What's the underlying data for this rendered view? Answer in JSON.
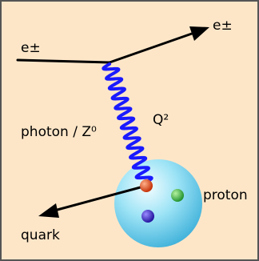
{
  "diagram": {
    "incoming_particle": "e±",
    "outgoing_particle": "e±",
    "exchange_boson": "photon / Z⁰",
    "momentum_transfer": "Q²",
    "target": "proton",
    "struck_parton": "quark"
  },
  "colors": {
    "background": "#fde6c8",
    "frame": "#555555",
    "lines": "#000000",
    "propagator": "#1a1aff",
    "proton": "#74d6f2",
    "quark_red": "#d83a10",
    "quark_green": "#28b43a",
    "quark_blue": "#2a1ab8"
  },
  "icons": [
    "incoming-electron-line",
    "outgoing-electron-arrow",
    "boson-wavy-line",
    "proton-sphere",
    "quark-arrow"
  ]
}
